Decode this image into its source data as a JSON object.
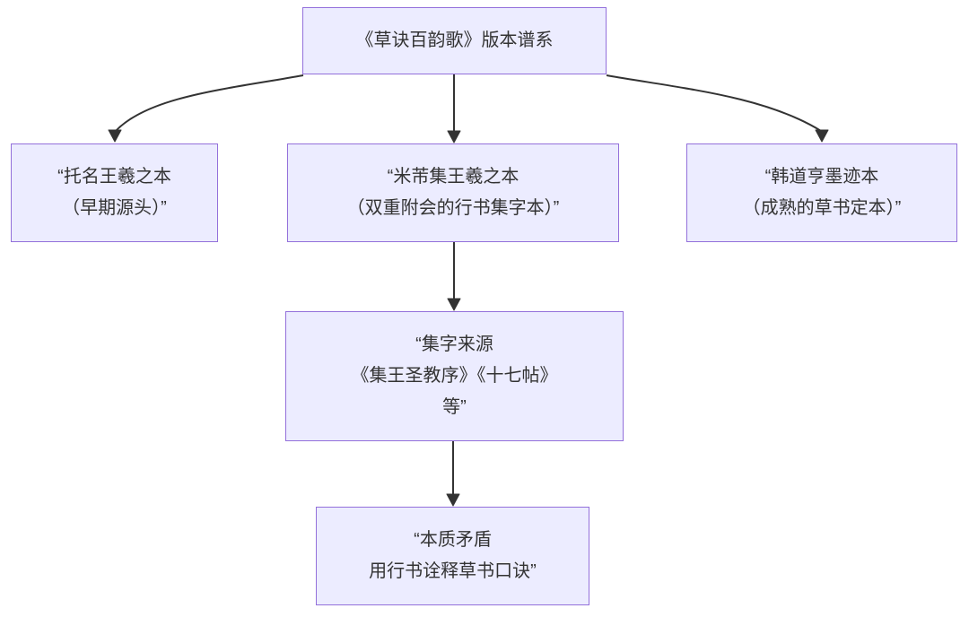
{
  "diagram": {
    "type": "flowchart",
    "direction": "top-down",
    "colors": {
      "background": "#ffffff",
      "node_fill": "#ECECFF",
      "node_border": "#9370DB",
      "arrow": "#333333",
      "text": "#333333"
    },
    "nodes": [
      {
        "id": "root",
        "lines": [
          "《草诀百韵歌》版本谱系"
        ]
      },
      {
        "id": "tuoming",
        "lines": [
          "“托名王羲之本",
          "（早期源头）”"
        ]
      },
      {
        "id": "mifu",
        "lines": [
          "“米芾集王羲之本",
          "（双重附会的行书集字本）”"
        ]
      },
      {
        "id": "handaoheng",
        "lines": [
          "“韩道亨墨迹本",
          "（成熟的草书定本）”"
        ]
      },
      {
        "id": "jizi",
        "lines": [
          "“集字来源",
          "《集王圣教序》《十七帖》",
          "等”"
        ]
      },
      {
        "id": "benzhi",
        "lines": [
          "“本质矛盾",
          "用行书诠释草书口诀”"
        ]
      }
    ],
    "edges": [
      {
        "from": "root",
        "to": "tuoming"
      },
      {
        "from": "root",
        "to": "mifu"
      },
      {
        "from": "root",
        "to": "handaoheng"
      },
      {
        "from": "mifu",
        "to": "jizi"
      },
      {
        "from": "jizi",
        "to": "benzhi"
      }
    ]
  }
}
